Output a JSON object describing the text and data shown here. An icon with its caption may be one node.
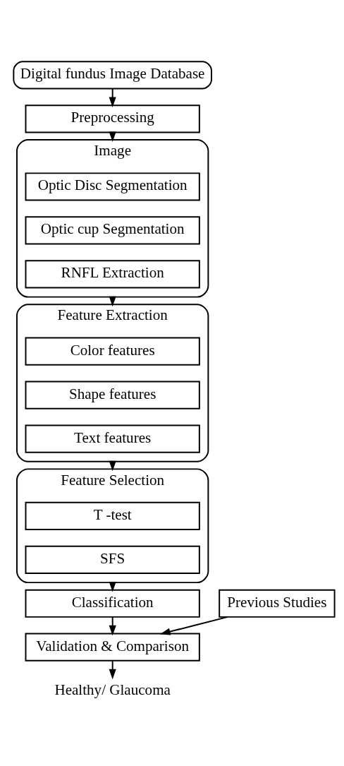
{
  "diagram": {
    "nodes": [
      {
        "text": [
          "Digital fundus Image Database"
        ]
      },
      {
        "text": [
          "Preprocessing"
        ]
      },
      {
        "text": [
          "Image"
        ]
      },
      {
        "text": [
          "Optic Disc Segmentation"
        ],
        "in": 2
      },
      {
        "text": [
          "Optic cup Segmentation"
        ],
        "in": 2
      },
      {
        "text": [
          "RNFL Extraction"
        ],
        "in": 2
      },
      {
        "text": [
          "Feature Extraction"
        ]
      },
      {
        "text": [
          "Color features"
        ],
        "in": 6
      },
      {
        "text": [
          "Shape features"
        ],
        "in": 6
      },
      {
        "text": [
          "Text features"
        ],
        "in": 6
      },
      {
        "text": [
          "Feature Selection"
        ]
      },
      {
        "text": [
          "T -test"
        ],
        "in": 10
      },
      {
        "text": [
          "SFS"
        ],
        "in": 10
      },
      {
        "text": [
          "Classification"
        ]
      },
      {
        "text": [
          "Previous Studies"
        ]
      },
      {
        "text": [
          "Validation & Comparison"
        ]
      },
      {
        "text": [
          "Healthy/ Glaucoma"
        ]
      }
    ],
    "edges": [
      {
        "from": 0,
        "to": 1,
        "arrow": "to"
      },
      {
        "from": 1,
        "to": 2,
        "arrow": "to"
      },
      {
        "from": 2,
        "to": 6,
        "arrow": "to"
      },
      {
        "from": 6,
        "to": 10,
        "arrow": "to"
      },
      {
        "from": 10,
        "to": 13,
        "arrow": "to"
      },
      {
        "from": 13,
        "to": 15,
        "arrow": "to"
      },
      {
        "from": 14,
        "to": 15,
        "arrow": "to"
      },
      {
        "from": 15,
        "to": 16,
        "arrow": "to"
      }
    ]
  }
}
